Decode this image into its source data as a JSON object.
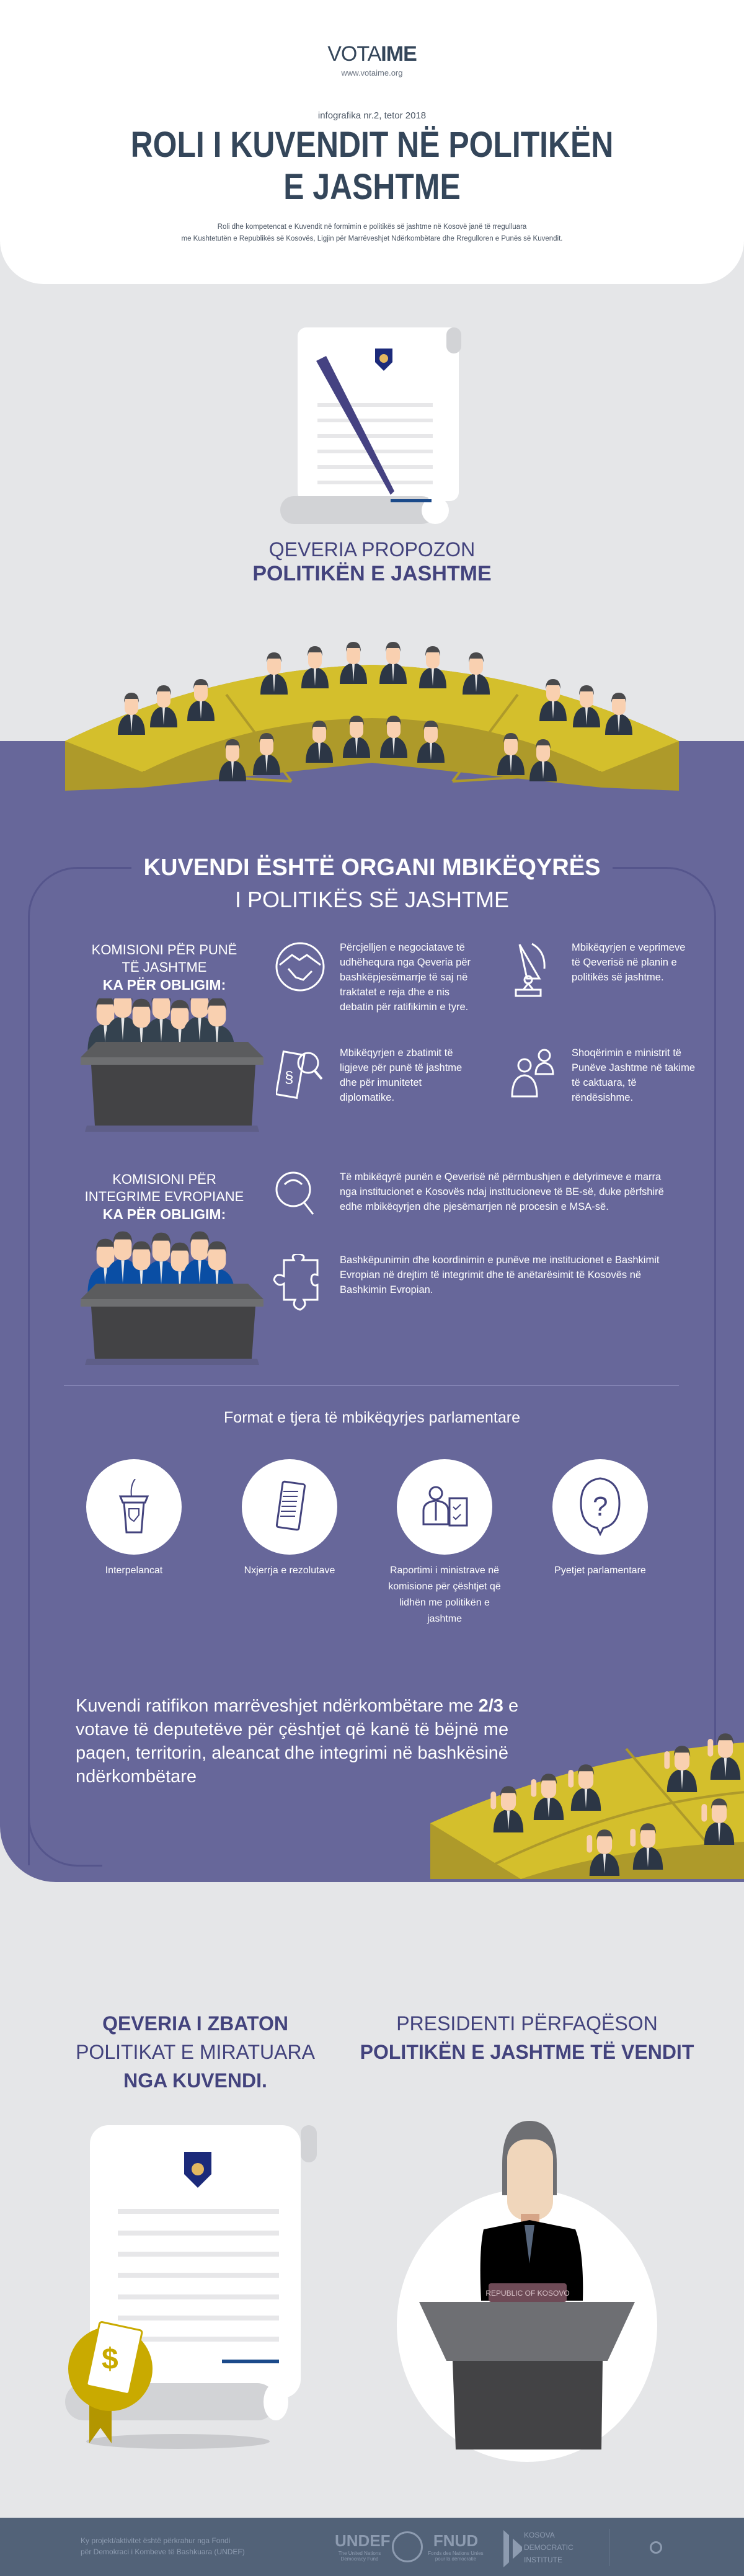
{
  "header": {
    "logo_light": "VOTA",
    "logo_bold": "IME",
    "url": "www.votaime.org",
    "issue": "infografika nr.2, tetor 2018",
    "title_line1": "ROLI I KUVENDIT NË POLITIKËN",
    "title_line2": "E JASHTME",
    "description_line1": "Roli dhe kompetencat e Kuvendit në formimin e politikës së jashtme në Kosovë janë të rregulluara",
    "description_line2": "me Kushtetutën e Republikës së Kosovës, Ligjin për Marrëveshjet Ndërkombëtare dhe Rregulloren e Punës së Kuvendit."
  },
  "propose": {
    "line1": "QEVERIA PROPOZON",
    "line2": "POLITIKËN E JASHTME"
  },
  "oversight": {
    "heading_bold": "KUVENDI ËSHTË ORGANI MBIKËQYRËS",
    "heading_light": "I POLITIKËS SË JASHTME",
    "committee_foreign": {
      "line1": "KOMISIONI PËR PUNË",
      "line2": "TË JASHTME",
      "obligation": "KA PËR OBLIGIM:",
      "items": [
        {
          "icon": "handshake-icon",
          "text": "Përcjelljen e negociatave të udhëhequra nga Qeveria për bashkëpjesëmarrje të saj në traktatet e reja dhe e nis debatin për ratifikimin e tyre."
        },
        {
          "icon": "satellite-dish-icon",
          "text": "Mbikëqyrjen e veprimeve të Qeverisë në planin e politikës së jashtme."
        },
        {
          "icon": "law-document-search-icon",
          "text": "Mbikëqyrjen e zbatimit të ligjeve për punë të jashtme dhe për imunitetet diplomatike."
        },
        {
          "icon": "people-icon",
          "text": "Shoqërimin e ministrit të Punëve Jashtme në takime të caktuara, të rëndësishme."
        }
      ]
    },
    "committee_eu": {
      "line1": "KOMISIONI PËR",
      "line2": "INTEGRIME EVROPIANE",
      "obligation": "KA PËR OBLIGIM:",
      "items": [
        {
          "icon": "magnifier-icon",
          "text": "Të mbikëqyrë punën e Qeverisë në përmbushjen e detyrimeve e marra nga institucionet e Kosovës ndaj institucioneve të BE-së, duke përfshirë edhe mbikëqyrjen dhe pjesëmarrjen në procesin e MSA-së."
        },
        {
          "icon": "puzzle-icon",
          "text": "Bashkëpunimin dhe koordinimin e punëve me institucionet e Bashkimit Evropian në drejtim të integrimit dhe të anëtarësimit të Kosovës në Bashkimin Evropian."
        }
      ]
    },
    "other_forms": {
      "heading": "Format e tjera të mbikëqyrjes parlamentare",
      "items": [
        {
          "icon": "podium-icon",
          "label": "Interpelancat"
        },
        {
          "icon": "resolution-document-icon",
          "label": "Nxjerrja e rezolutave"
        },
        {
          "icon": "minister-report-icon",
          "label": "Raportimi i ministrave në komisione për çështjet që lidhën me politikën e jashtme"
        },
        {
          "icon": "question-bubble-icon",
          "label": "Pyetjet parlamentare"
        }
      ]
    },
    "ratify": {
      "before": "Kuvendi ratifikon marrëveshjet ndërkombëtare me ",
      "fraction": "2/3",
      "after": " e votave të deputetëve për çështjet që kanë të bëjnë me paqen, territorin, aleancat dhe integrimi në bashkësinë ndërkombëtare"
    }
  },
  "government": {
    "bold1": "QEVERIA I ZBATON",
    "light": "POLITIKAT E MIRATUARA",
    "bold2": "NGA KUVENDI."
  },
  "president": {
    "light": "PRESIDENTI PËRFAQËSON",
    "bold": "POLITIKËN E JASHTME TË VENDIT",
    "podium_sign": "REPUBLIC OF KOSOVO"
  },
  "footer": {
    "support_line1": "Ky projekt/aktivitet është përkrahur nga Fondi",
    "support_line2": "për Demokraci i Kombeve të Bashkuara (UNDEF)",
    "undef": "UNDEF",
    "undef_sub1": "The United Nations",
    "undef_sub2": "Democracy Fund",
    "fnud": "FNUD",
    "fnud_sub1": "Fonds des Nations Unies",
    "fnud_sub2": "pour la démocratie",
    "kdi1": "KOSOVA",
    "kdi2": "DEMOCRATIC",
    "kdi3": "INSTITUTE"
  },
  "colors": {
    "purple": "#67679a",
    "navy_text": "#43437d",
    "title": "#34465a",
    "gold": "#d4bf2c",
    "footer": "#526278"
  }
}
